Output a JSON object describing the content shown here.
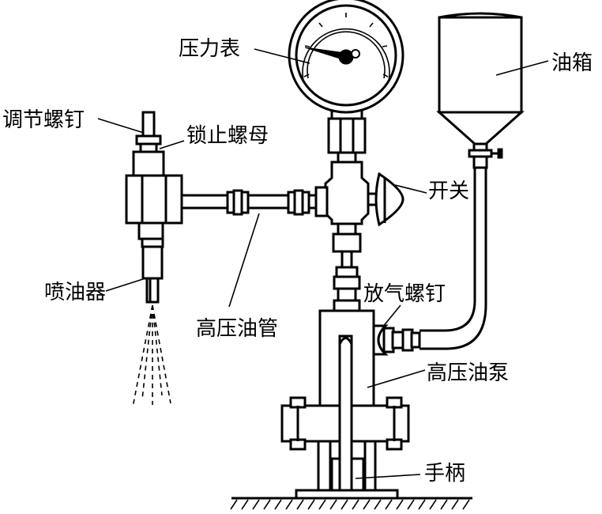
{
  "labels": {
    "pressure_gauge": "压力表",
    "oil_tank": "油箱",
    "adjusting_screw": "调节螺钉",
    "lock_nut": "锁止螺母",
    "switch": "开关",
    "injector": "喷油器",
    "bleed_screw": "放气螺钉",
    "high_pressure_pipe": "高压油管",
    "high_pressure_pump": "高压油泵",
    "handle": "手柄"
  }
}
